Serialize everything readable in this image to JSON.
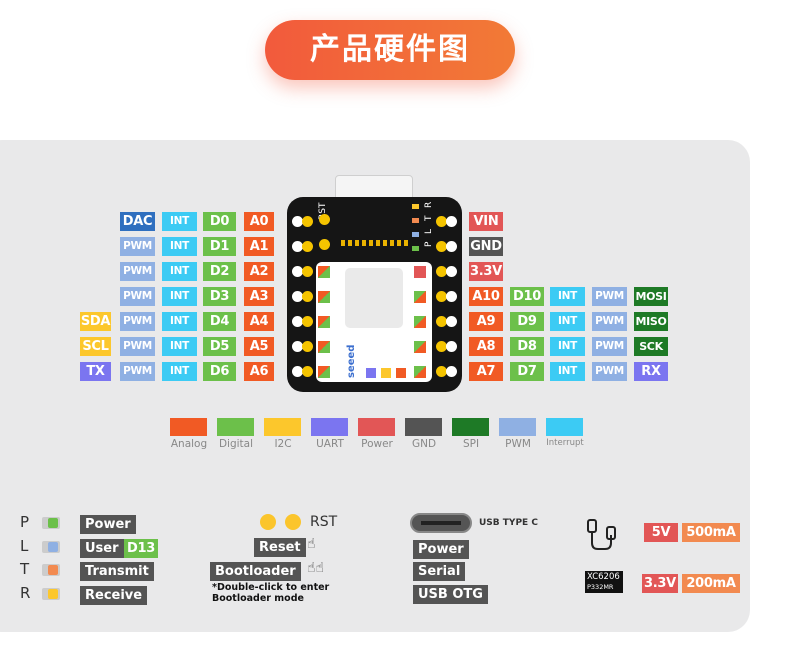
{
  "title": "产品硬件图",
  "left_rows": [
    {
      "extra": "",
      "p1": "DAC",
      "p2": "INT",
      "d": "D0",
      "a": "A0"
    },
    {
      "extra": "",
      "p1": "PWM",
      "p2": "INT",
      "d": "D1",
      "a": "A1"
    },
    {
      "extra": "",
      "p1": "PWM",
      "p2": "INT",
      "d": "D2",
      "a": "A2"
    },
    {
      "extra": "",
      "p1": "PWM",
      "p2": "INT",
      "d": "D3",
      "a": "A3"
    },
    {
      "extra": "SDA",
      "p1": "PWM",
      "p2": "INT",
      "d": "D4",
      "a": "A4"
    },
    {
      "extra": "SCL",
      "p1": "PWM",
      "p2": "INT",
      "d": "D5",
      "a": "A5"
    },
    {
      "extra": "TX",
      "p1": "PWM",
      "p2": "INT",
      "d": "D6",
      "a": "A6"
    }
  ],
  "right_rows": [
    {
      "a": "VIN"
    },
    {
      "a": "GND"
    },
    {
      "a": "3.3V"
    },
    {
      "a": "A10",
      "d": "D10",
      "p2": "INT",
      "p1": "PWM",
      "extra": "MOSI"
    },
    {
      "a": "A9",
      "d": "D9",
      "p2": "INT",
      "p1": "PWM",
      "extra": "MISO"
    },
    {
      "a": "A8",
      "d": "D8",
      "p2": "INT",
      "p1": "PWM",
      "extra": "SCK"
    },
    {
      "a": "A7",
      "d": "D7",
      "p2": "INT",
      "p1": "PWM",
      "extra": "RX"
    }
  ],
  "board": {
    "rst": "RST",
    "led_labels": [
      "P",
      "L",
      "T",
      "R"
    ],
    "brand": "seeed"
  },
  "legend": [
    {
      "label": "Analog",
      "color": "#f15a24"
    },
    {
      "label": "Digital",
      "color": "#6cc04a"
    },
    {
      "label": "I2C",
      "color": "#fcc72c"
    },
    {
      "label": "UART",
      "color": "#7b75f0"
    },
    {
      "label": "Power",
      "color": "#e25656"
    },
    {
      "label": "GND",
      "color": "#545454"
    },
    {
      "label": "SPI",
      "color": "#1e7a26"
    },
    {
      "label": "PWM",
      "color": "#8fb0e3"
    },
    {
      "label": "Interrupt",
      "color": "#3ccbf4"
    }
  ],
  "leds": [
    {
      "letter": "P",
      "label": "Power",
      "color": "#6cc04a"
    },
    {
      "letter": "L",
      "label": "User",
      "extra": "D13",
      "color": "#8fb0e3"
    },
    {
      "letter": "T",
      "label": "Transmit",
      "color": "#f28a50"
    },
    {
      "letter": "R",
      "label": "Receive",
      "color": "#fcc72c"
    }
  ],
  "buttons": {
    "rst": "RST",
    "reset": "Reset",
    "bootloader": "Bootloader",
    "note": "*Double-click to enter\nBootloader mode"
  },
  "usb": {
    "label": "USB TYPE C",
    "functions": [
      "Power",
      "Serial",
      "USB OTG"
    ]
  },
  "power": {
    "v5": "5V",
    "i5": "500mA",
    "v33": "3.3V",
    "i33": "200mA",
    "reg_text1": "XC6206",
    "reg_text2": "P332MR"
  }
}
